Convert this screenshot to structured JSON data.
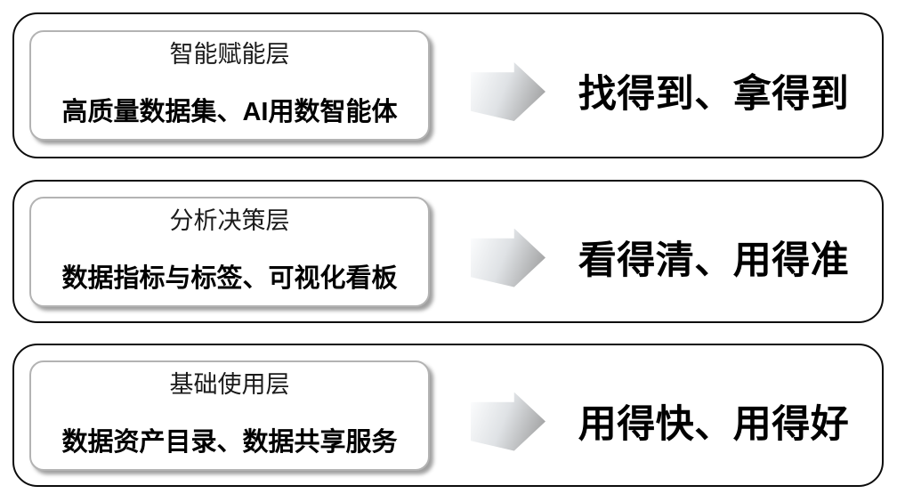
{
  "diagram": {
    "rows": [
      {
        "title": "智能赋能层",
        "components": "高质量数据集、AI用数智能体",
        "outcome": "找得到、拿得到"
      },
      {
        "title": "分析决策层",
        "components": "数据指标与标签、可视化看板",
        "outcome": "看得清、用得准"
      },
      {
        "title": "基础使用层",
        "components": "数据资产目录、数据共享服务",
        "outcome": "用得快、用得好"
      }
    ],
    "icons": {
      "arrow-right-icon": "gradient block arrow pointing right (css clip-path shape)"
    }
  },
  "colors": {
    "outer-border": "#0d0d0d",
    "card-border": "#b3b3b3",
    "arrow-light": "#fbfcfd",
    "arrow-mid": "#dfe2e5",
    "arrow-dark": "#959595",
    "text": "#000000",
    "background": "#ffffff"
  }
}
